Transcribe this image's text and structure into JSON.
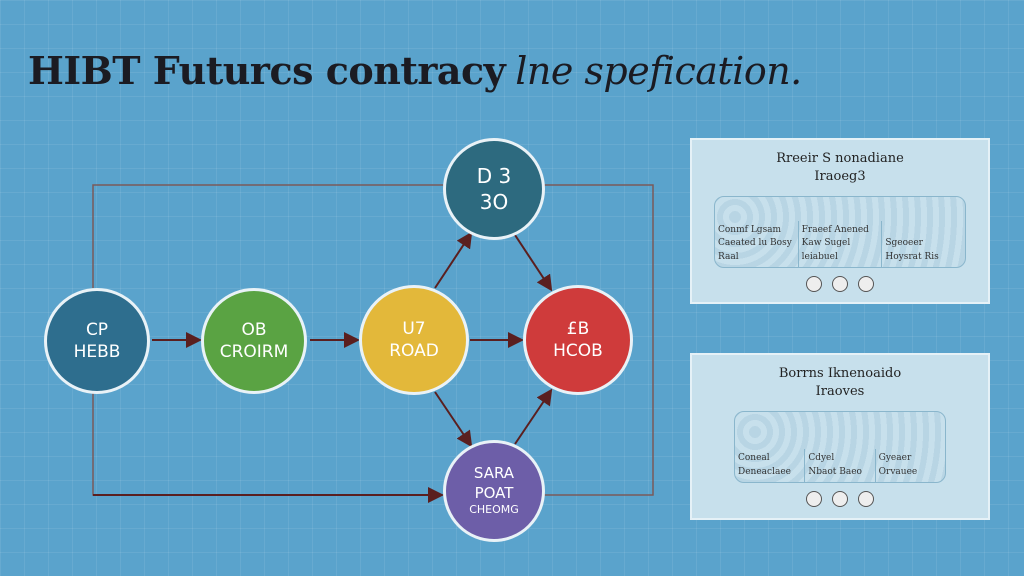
{
  "title": {
    "main": "HIBT Futurcs contracy",
    "italic": "lne spefication."
  },
  "nodes": {
    "cp": {
      "line1": "CP",
      "line2": "HEBB",
      "color": "#2e6e8e"
    },
    "ob": {
      "line1": "OB",
      "line2": "CROIRM",
      "color": "#5aa343"
    },
    "u7": {
      "line1": "U7",
      "line2": "ROAD",
      "color": "#e3b83a"
    },
    "lb": {
      "line1": "£B",
      "line2": "HCOB",
      "color": "#cf3b3b"
    },
    "d3": {
      "line1": "D 3",
      "line2": "3O",
      "color": "#2d6a7f"
    },
    "sara": {
      "line1": "SARA",
      "line2": "POAT",
      "line3": "CHEOMG",
      "color": "#6d5ea8"
    }
  },
  "panels": [
    {
      "title1": "Rreeir S nonadiane",
      "title2": "Iraoeg3",
      "cells": [
        {
          "a": "Conmf Lgsam",
          "b": "Caeated lu Bosy Raal"
        },
        {
          "a": "Fraeef Anened",
          "b": "Kaw Sugel leiabuel"
        },
        {
          "a": "Sgeoeer",
          "b": "Hoysrat Ris"
        }
      ]
    },
    {
      "title1": "Borrns Iknenoaido",
      "title2": "Iraoves",
      "cells": [
        {
          "a": "Coneal",
          "b": "Deneaclaee"
        },
        {
          "a": "Cdyel",
          "b": "Nbaot Baeo"
        },
        {
          "a": "Gyeaer",
          "b": "Orvauee"
        }
      ]
    }
  ]
}
